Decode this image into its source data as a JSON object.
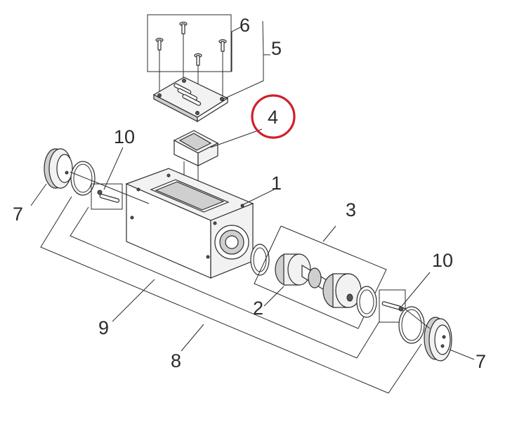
{
  "callouts": {
    "c1": "1",
    "c2": "2",
    "c3": "3",
    "c4": "4",
    "c5": "5",
    "c6": "6",
    "c7_left": "7",
    "c7_right": "7",
    "c8": "8",
    "c9": "9",
    "c10_left": "10",
    "c10_right": "10"
  },
  "highlight": {
    "callout": "4",
    "color": "#d0202a"
  },
  "colors": {
    "line": "#2b2b2b",
    "highlight": "#d0202a",
    "background": "#ffffff"
  }
}
